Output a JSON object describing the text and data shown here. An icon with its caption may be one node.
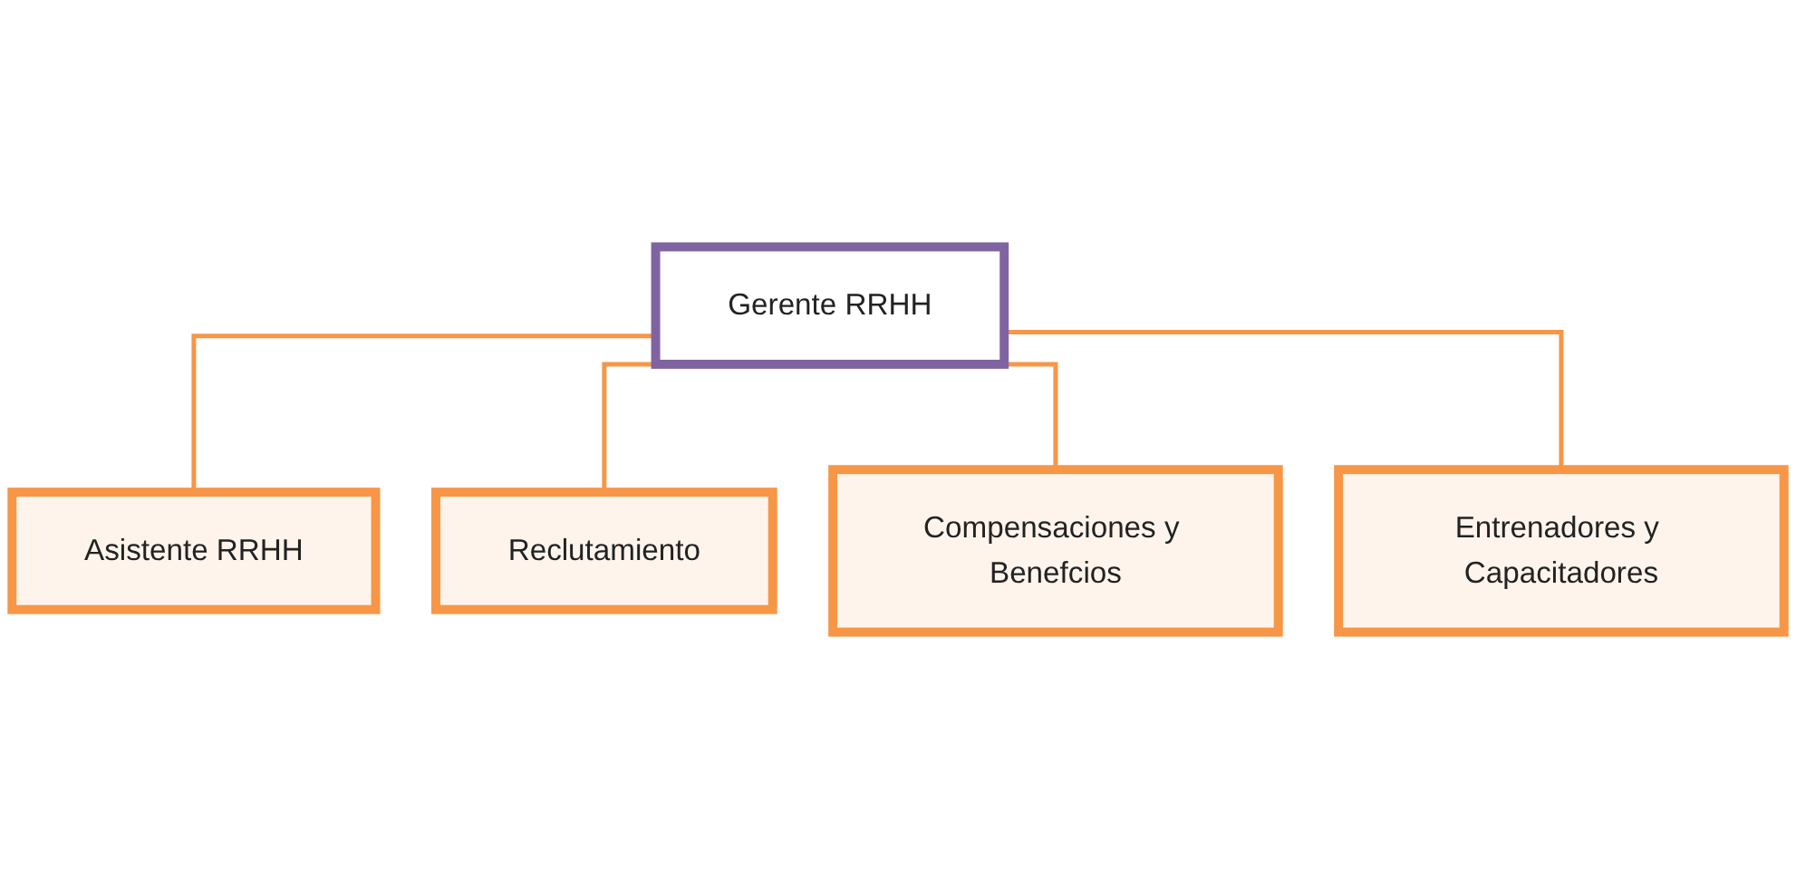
{
  "diagram": {
    "nodes": [
      {
        "text": [
          "Gerente RRHH"
        ]
      },
      {
        "text": [
          "Asistente RRHH"
        ]
      },
      {
        "text": [
          "Reclutamiento"
        ]
      },
      {
        "text": [
          "Compensaciones y Benefcios"
        ]
      },
      {
        "text": [
          "Entrenadores y Capacitadores"
        ]
      }
    ],
    "edges": [
      {
        "from": 0,
        "to": 1,
        "arrow": "none"
      },
      {
        "from": 0,
        "to": 2,
        "arrow": "none"
      },
      {
        "from": 0,
        "to": 3,
        "arrow": "none"
      },
      {
        "from": 0,
        "to": 4,
        "arrow": "none"
      }
    ]
  }
}
